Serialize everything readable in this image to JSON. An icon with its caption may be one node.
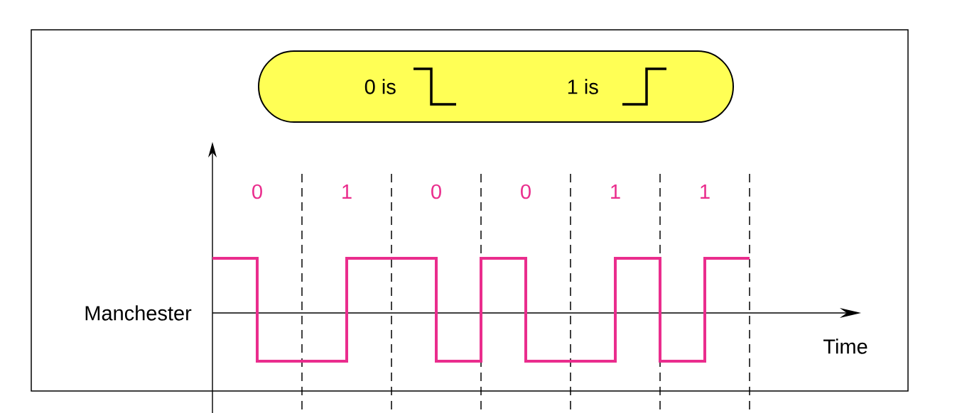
{
  "diagram": {
    "nodes": [
      {
        "text": [
          "0 is",
          "1 is"
        ]
      }
    ],
    "labels": [
      "0",
      "1",
      "0",
      "0",
      "1",
      "1",
      "Manchester",
      "Time"
    ]
  }
}
